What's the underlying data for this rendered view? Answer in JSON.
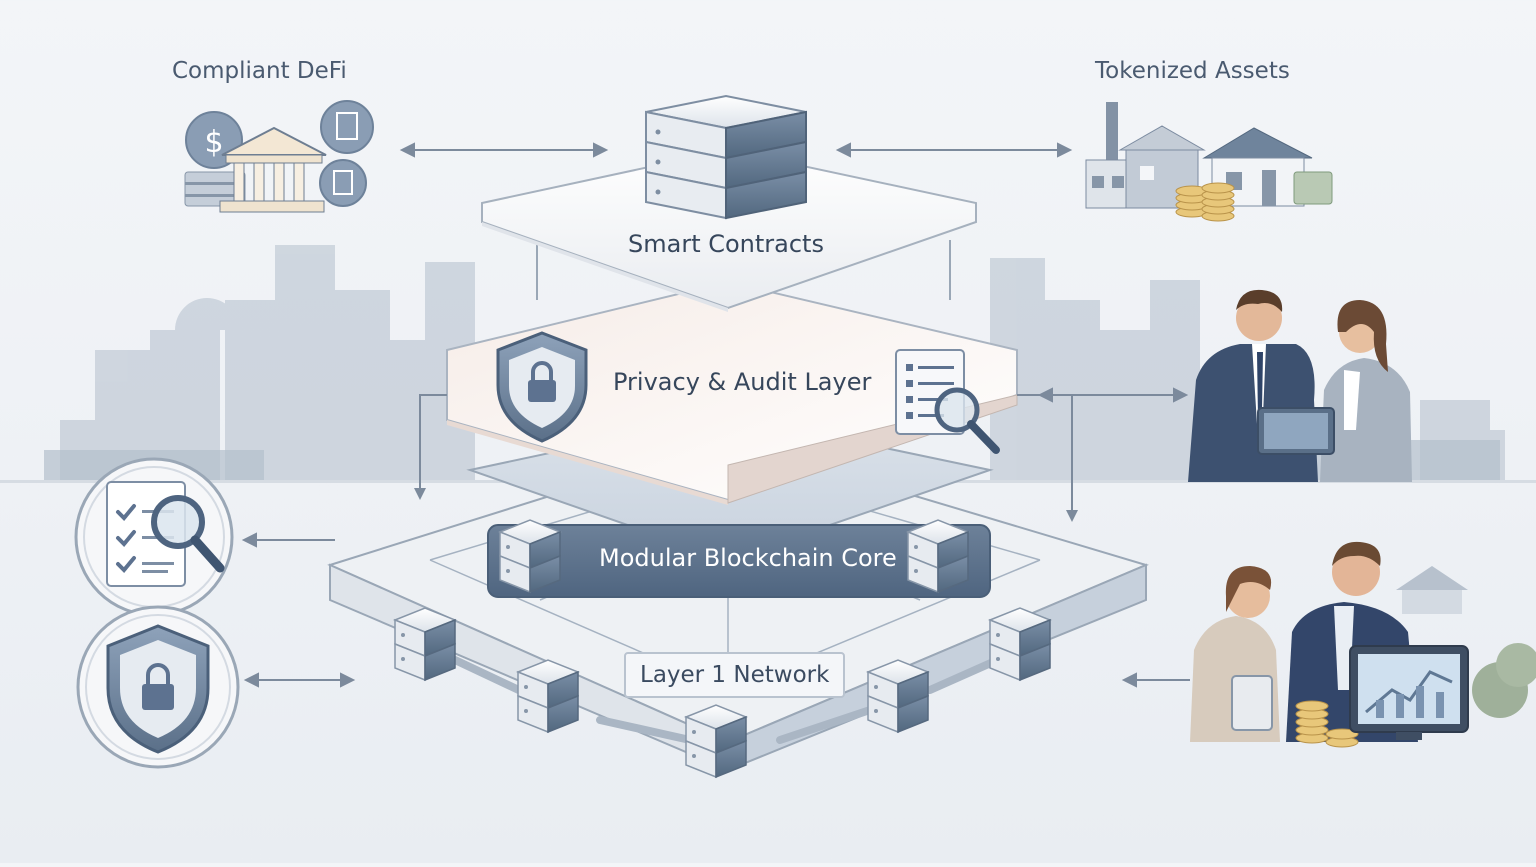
{
  "corners": {
    "top_left": "Compliant DeFi",
    "top_right": "Tokenized Assets"
  },
  "layers": {
    "smart_contracts": "Smart Contracts",
    "privacy_audit": "Privacy & Audit Layer",
    "core": "Modular Blockchain Core",
    "network": "Layer 1 Network"
  },
  "icons": {
    "compliant_defi": "bank-with-coins-icon",
    "tokenized_assets": "buildings-with-coins-icon",
    "smart_contracts": "server-stack-icon",
    "privacy_shield": "shield-lock-icon",
    "audit_doc": "document-magnifier-icon",
    "left_audit": "checklist-magnifier-icon",
    "left_security": "shield-lock-icon",
    "top_people": "business-people-tablet-icon",
    "bottom_people": "advisors-coins-monitor-icon"
  },
  "colors": {
    "accent": "#4e6480",
    "core_bar": "#5b7088",
    "platform_light": "#f4f5f7",
    "privacy_tint": "#f1e8e4"
  }
}
